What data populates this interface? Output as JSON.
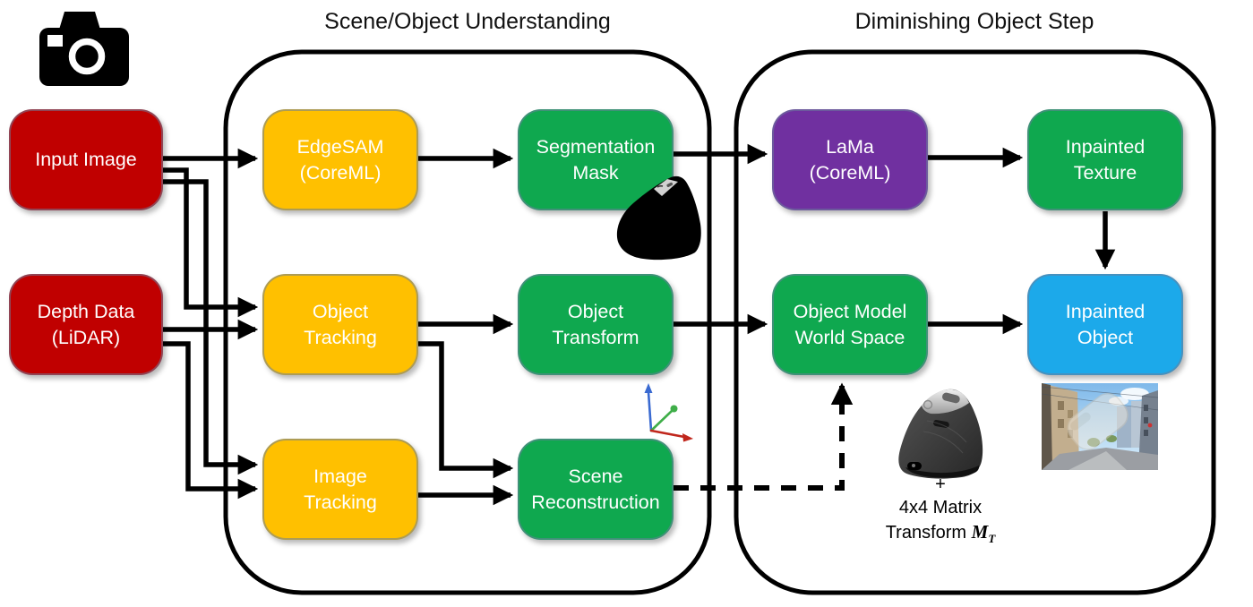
{
  "diagram": {
    "section_titles": {
      "left": "Scene/Object Understanding",
      "right": "Diminishing Object Step"
    },
    "nodes": {
      "input_image": {
        "lines": [
          "Input Image"
        ],
        "color": "#C00000"
      },
      "depth_data": {
        "lines": [
          "Depth Data",
          "(LiDAR)"
        ],
        "color": "#C00000"
      },
      "edgesam": {
        "lines": [
          "EdgeSAM",
          "(CoreML)"
        ],
        "color": "#FFC000"
      },
      "object_tracking": {
        "lines": [
          "Object",
          "Tracking"
        ],
        "color": "#FFC000"
      },
      "image_tracking": {
        "lines": [
          "Image",
          "Tracking"
        ],
        "color": "#FFC000"
      },
      "segmentation_mask": {
        "lines": [
          "Segmentation",
          "Mask"
        ],
        "color": "#0FA84F"
      },
      "object_transform": {
        "lines": [
          "Object",
          "Transform"
        ],
        "color": "#0FA84F"
      },
      "scene_reconstruction": {
        "lines": [
          "Scene",
          "Reconstruction"
        ],
        "color": "#0FA84F"
      },
      "lama": {
        "lines": [
          "LaMa",
          "(CoreML)"
        ],
        "color": "#7030A0"
      },
      "inpainted_texture": {
        "lines": [
          "Inpainted",
          "Texture"
        ],
        "color": "#0FA84F"
      },
      "object_model_world_space": {
        "lines": [
          "Object Model",
          "World Space"
        ],
        "color": "#0FA84F"
      },
      "inpainted_object": {
        "lines": [
          "Inpainted",
          "Object"
        ],
        "color": "#1CA9EA"
      }
    },
    "annotation": {
      "plus": "+",
      "line1": "4x4 Matrix",
      "line2_prefix": "Transform ",
      "matrix_symbol": "M",
      "matrix_subscript": "T"
    },
    "icons": {
      "camera": "camera-icon",
      "axis_gizmo": "3d-axes-icon",
      "mask_silhouette": "mouse-mask-silhouette-image",
      "mouse_photo": "vertical-mouse-photo-image",
      "street_scene": "inpainted-street-scene-image"
    },
    "colors": {
      "arrow": "#000000",
      "red": "#C00000",
      "yellow": "#FFC000",
      "green": "#0FA84F",
      "purple": "#7030A0",
      "blue": "#1CA9EA",
      "axis_x_red": "#C0261C",
      "axis_y_green": "#3FAE49",
      "axis_z_blue": "#3A6AD1"
    }
  }
}
